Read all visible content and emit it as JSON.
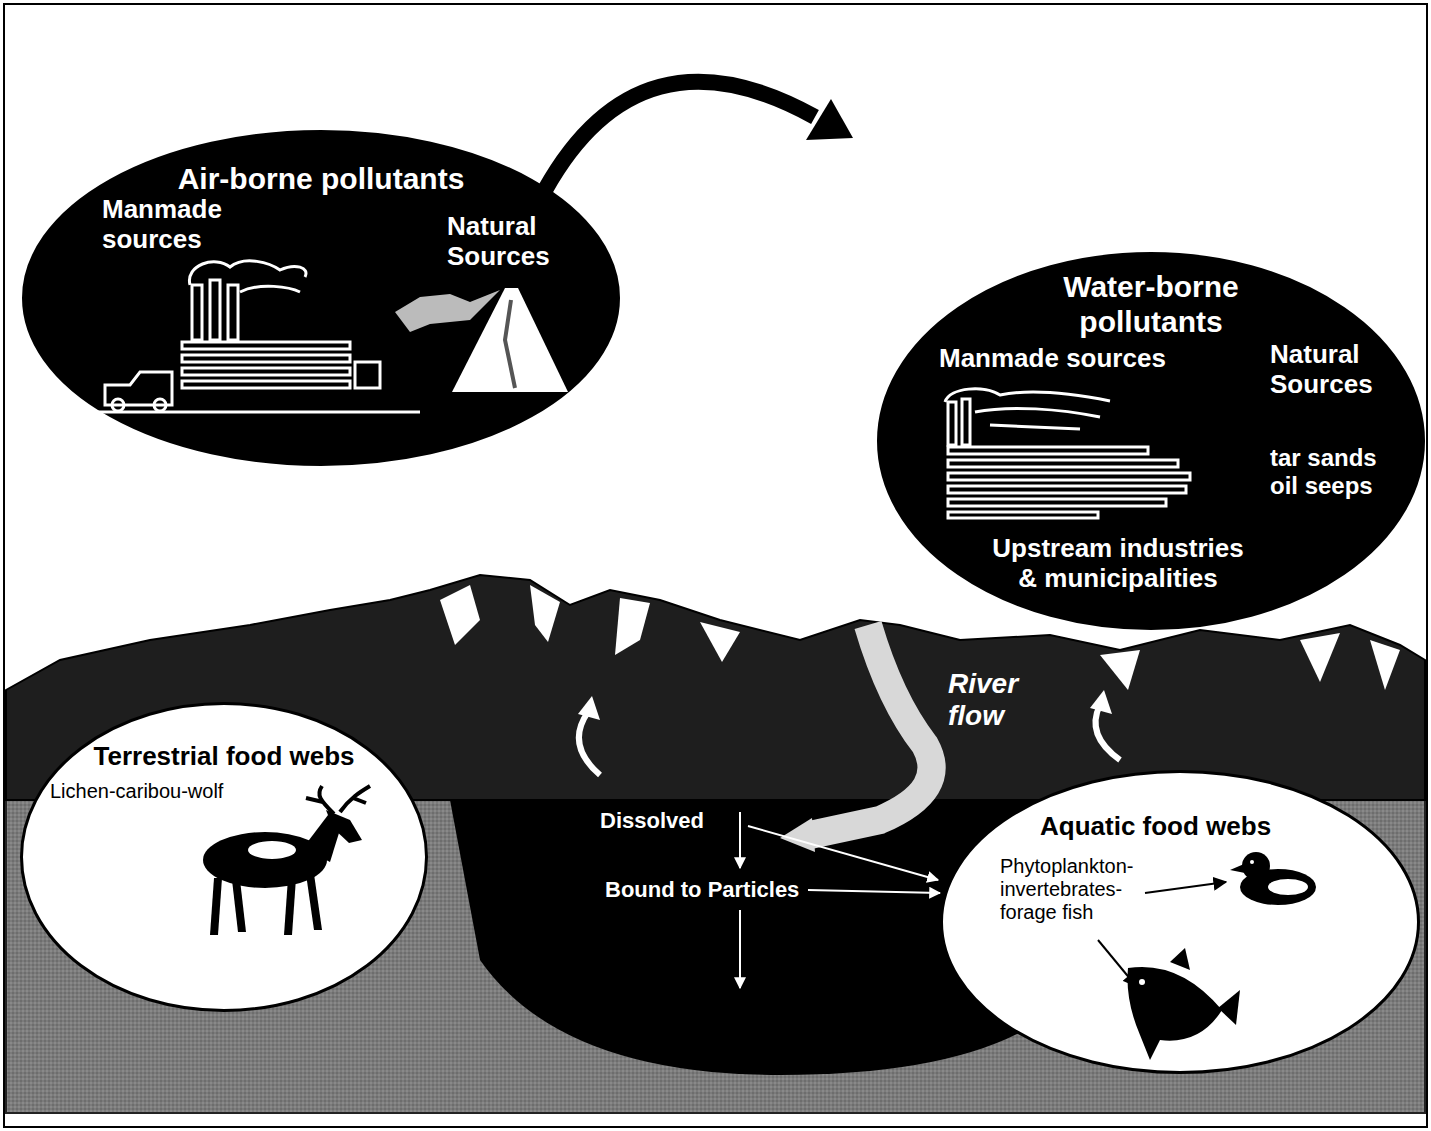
{
  "diagram": {
    "nodes": [
      {
        "text": [
          "Air-borne pollutants",
          "Manmade sources",
          "Natural Sources"
        ]
      },
      {
        "text": [
          "Water-borne pollutants",
          "Manmade sources",
          "Natural Sources",
          "tar sands oil seeps",
          "Upstream industries & municipalities"
        ]
      },
      {
        "text": [
          "Terrestrial food webs",
          "Lichen-caribou-wolf"
        ]
      },
      {
        "text": [
          "Aquatic food webs",
          "Phytoplankton-invertebrates-forage fish"
        ]
      }
    ],
    "labels": [
      "Dissolved",
      "Bound to Particles",
      "River flow"
    ]
  }
}
